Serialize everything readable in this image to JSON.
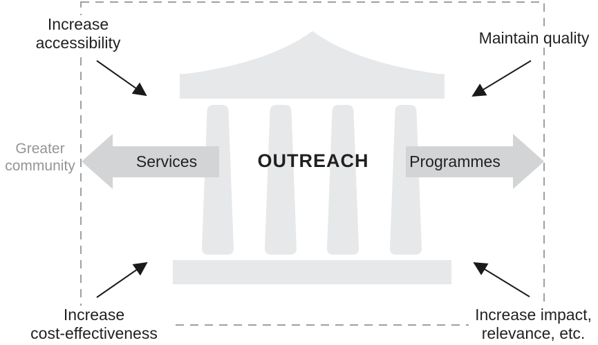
{
  "diagram": {
    "title": "OUTREACH",
    "left_arrow_label": "Services",
    "right_arrow_label": "Programmes",
    "outside_label": {
      "line1": "Greater",
      "line2": "community"
    },
    "corner_labels": {
      "top_left": {
        "line1": "Increase",
        "line2": "accessibility"
      },
      "top_right": {
        "line1": "Maintain quality"
      },
      "bottom_left": {
        "line1": "Increase",
        "line2": "cost-effectiveness"
      },
      "bottom_right": {
        "line1": "Increase impact,",
        "line2": "relevance, etc."
      }
    },
    "colors": {
      "temple_fill": "#e7e8e9",
      "flow_arrow_fill": "#d2d4d5",
      "dashed_border": "#9d9fa2",
      "pointer_arrow": "#1a1a1a",
      "text": "#231f20",
      "muted_text": "#939598"
    }
  }
}
